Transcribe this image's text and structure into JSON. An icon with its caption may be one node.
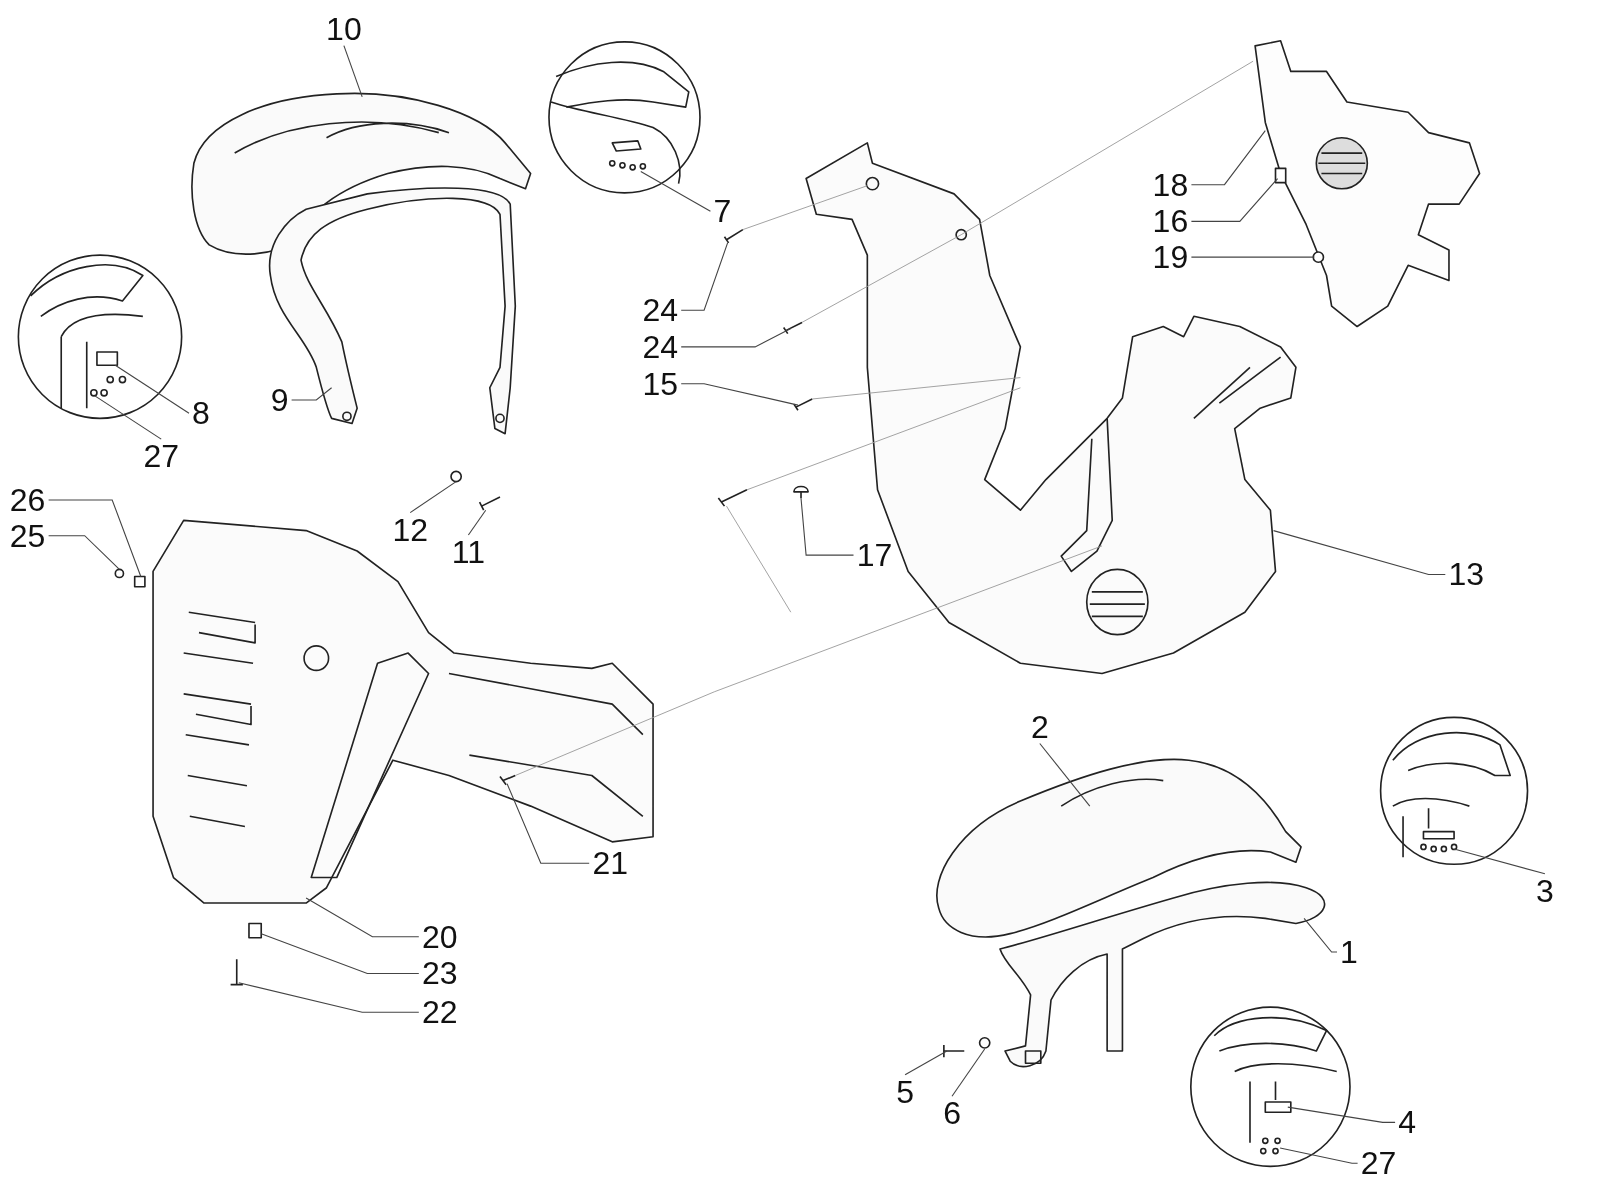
{
  "diagram": {
    "nodes": [
      {
        "text": [
          "10"
        ]
      },
      {
        "text": [
          "18"
        ]
      },
      {
        "text": [
          "7"
        ]
      },
      {
        "text": [
          "16"
        ]
      },
      {
        "text": [
          "19"
        ]
      },
      {
        "text": [
          "24"
        ]
      },
      {
        "text": [
          "24"
        ]
      },
      {
        "text": [
          "15"
        ]
      },
      {
        "text": [
          "9"
        ]
      },
      {
        "text": [
          "8"
        ]
      },
      {
        "text": [
          "27"
        ]
      },
      {
        "text": [
          "26"
        ]
      },
      {
        "text": [
          "12"
        ]
      },
      {
        "text": [
          "25"
        ]
      },
      {
        "text": [
          "11"
        ]
      },
      {
        "text": [
          "17"
        ]
      },
      {
        "text": [
          "13"
        ]
      },
      {
        "text": [
          "2"
        ]
      },
      {
        "text": [
          "21"
        ]
      },
      {
        "text": [
          "3"
        ]
      },
      {
        "text": [
          "20"
        ]
      },
      {
        "text": [
          "1"
        ]
      },
      {
        "text": [
          "23"
        ]
      },
      {
        "text": [
          "22"
        ]
      },
      {
        "text": [
          "5"
        ]
      },
      {
        "text": [
          "6"
        ]
      },
      {
        "text": [
          "4"
        ]
      },
      {
        "text": [
          "27"
        ]
      },
      {
        "text": [],
        "shape": "picture"
      },
      {
        "text": [],
        "shape": "picture"
      },
      {
        "text": [],
        "shape": "picture"
      },
      {
        "text": [],
        "shape": "box",
        "in": 29
      },
      {
        "text": [],
        "shape": "circle",
        "in": 29
      },
      {
        "text": [],
        "shape": "picture"
      },
      {
        "text": [],
        "shape": "picture"
      },
      {
        "text": [],
        "shape": "picture"
      },
      {
        "text": [],
        "shape": "picture"
      },
      {
        "text": [],
        "shape": "box"
      },
      {
        "text": [],
        "shape": "picture"
      },
      {
        "text": [],
        "shape": "box"
      },
      {
        "text": [],
        "shape": "circle"
      },
      {
        "text": [],
        "shape": "circle"
      },
      {
        "text": [],
        "shape": "picture"
      },
      {
        "text": [],
        "shape": "picture"
      },
      {
        "text": [],
        "shape": "picture"
      },
      {
        "text": [],
        "shape": "picture"
      },
      {
        "text": [],
        "shape": "picture"
      },
      {
        "text": [],
        "shape": "picture",
        "in": 46
      },
      {
        "text": [],
        "shape": "picture"
      },
      {
        "text": [],
        "shape": "picture"
      },
      {
        "text": [],
        "shape": "box"
      },
      {
        "text": [],
        "shape": "picture"
      },
      {
        "text": [],
        "shape": "picture"
      },
      {
        "text": [],
        "shape": "circle"
      },
      {
        "text": [],
        "shape": "box"
      },
      {
        "text": [],
        "shape": "picture"
      },
      {
        "text": [],
        "shape": "picture"
      }
    ],
    "edges": [
      {
        "from": 0,
        "to": 28,
        "arrow": "none"
      },
      {
        "from": 1,
        "to": 29,
        "arrow": "none"
      },
      {
        "from": 2,
        "to": 30,
        "arrow": "none"
      },
      {
        "from": 3,
        "to": 31,
        "arrow": "none"
      },
      {
        "from": 4,
        "to": 32,
        "arrow": "none"
      },
      {
        "from": 5,
        "to": 33,
        "arrow": "none"
      },
      {
        "from": 6,
        "to": 34,
        "arrow": "none"
      },
      {
        "from": 7,
        "to": 35,
        "arrow": "none"
      },
      {
        "from": 8,
        "to": 36,
        "arrow": "none"
      },
      {
        "from": 9,
        "to": 37,
        "arrow": "none"
      },
      {
        "from": 10,
        "to": 38,
        "arrow": "none"
      },
      {
        "from": 11,
        "to": 39,
        "arrow": "none"
      },
      {
        "from": 12,
        "to": 40,
        "arrow": "none"
      },
      {
        "from": 13,
        "to": 41,
        "arrow": "none"
      },
      {
        "from": 14,
        "to": 42,
        "arrow": "none"
      },
      {
        "from": 15,
        "to": 43,
        "arrow": "none"
      },
      {
        "from": 16,
        "to": 44,
        "arrow": "none"
      },
      {
        "from": 17,
        "to": 45,
        "arrow": "none"
      },
      {
        "from": 18,
        "to": 47,
        "arrow": "none"
      },
      {
        "from": 19,
        "to": 48,
        "arrow": "none"
      },
      {
        "from": 20,
        "to": 46,
        "arrow": "none"
      },
      {
        "from": 21,
        "to": 49,
        "arrow": "none"
      },
      {
        "from": 22,
        "to": 50,
        "arrow": "none"
      },
      {
        "from": 23,
        "to": 51,
        "arrow": "none"
      },
      {
        "from": 24,
        "to": 52,
        "arrow": "none"
      },
      {
        "from": 25,
        "to": 53,
        "arrow": "none"
      },
      {
        "from": 26,
        "to": 54,
        "arrow": "none"
      },
      {
        "from": 27,
        "to": 55,
        "arrow": "none"
      },
      {
        "from": 33,
        "to": 44,
        "arrow": "none",
        "color": "#999999"
      },
      {
        "from": 34,
        "to": 44,
        "arrow": "none",
        "color": "#999999"
      },
      {
        "from": 35,
        "to": 44,
        "arrow": "none",
        "color": "#999999"
      },
      {
        "from": 56,
        "to": 44,
        "arrow": "none",
        "color": "#999999"
      },
      {
        "from": 56,
        "to": null,
        "arrow": "none",
        "color": "#999999"
      },
      {
        "from": 47,
        "to": 44,
        "arrow": "none",
        "color": "#999999"
      },
      {
        "from": 44,
        "to": 29,
        "arrow": "none",
        "color": "#999999"
      }
    ]
  }
}
